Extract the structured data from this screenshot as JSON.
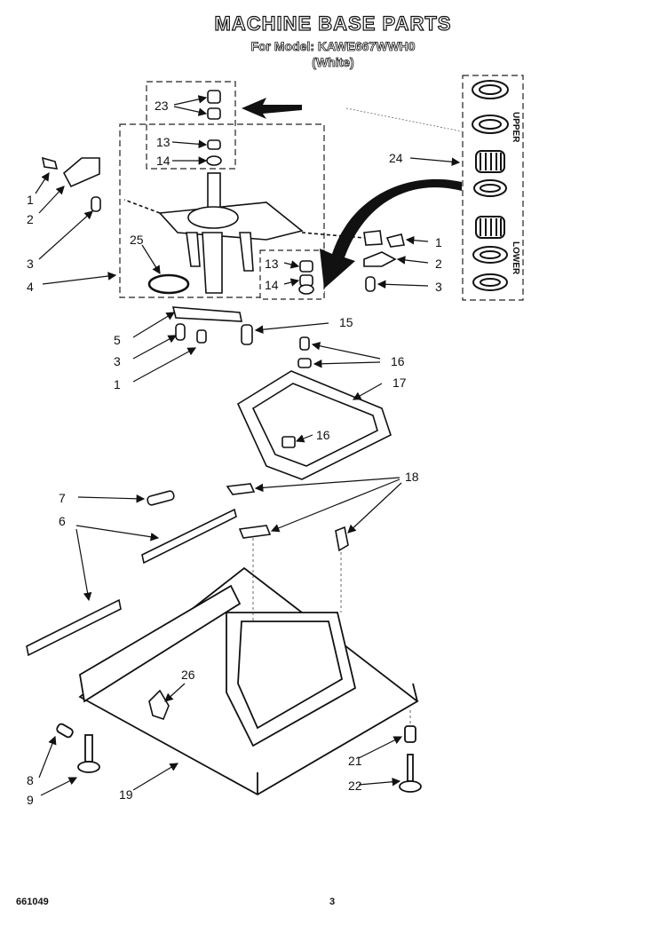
{
  "header": {
    "title": "MACHINE BASE PARTS",
    "model": "For Model: KAWE667WWH0",
    "color": "(White)"
  },
  "side_panel": {
    "upper_label": "UPPER",
    "lower_label": "LOWER"
  },
  "callouts": {
    "c23": "23",
    "c13a": "13",
    "c14a": "14",
    "c1a": "1",
    "c2a": "2",
    "c3a": "3",
    "c25": "25",
    "c4": "4",
    "c13b": "13",
    "c14b": "14",
    "c24": "24",
    "c1b": "1",
    "c2b": "2",
    "c3b": "3",
    "c5": "5",
    "c3c": "3",
    "c1c": "1",
    "c15": "15",
    "c16a": "16",
    "c17": "17",
    "c16b": "16",
    "c7": "7",
    "c6": "6",
    "c18": "18",
    "c26": "26",
    "c8": "8",
    "c9": "9",
    "c19": "19",
    "c21": "21",
    "c22": "22"
  },
  "footer": {
    "doc_number": "661049",
    "page_number": "3"
  }
}
